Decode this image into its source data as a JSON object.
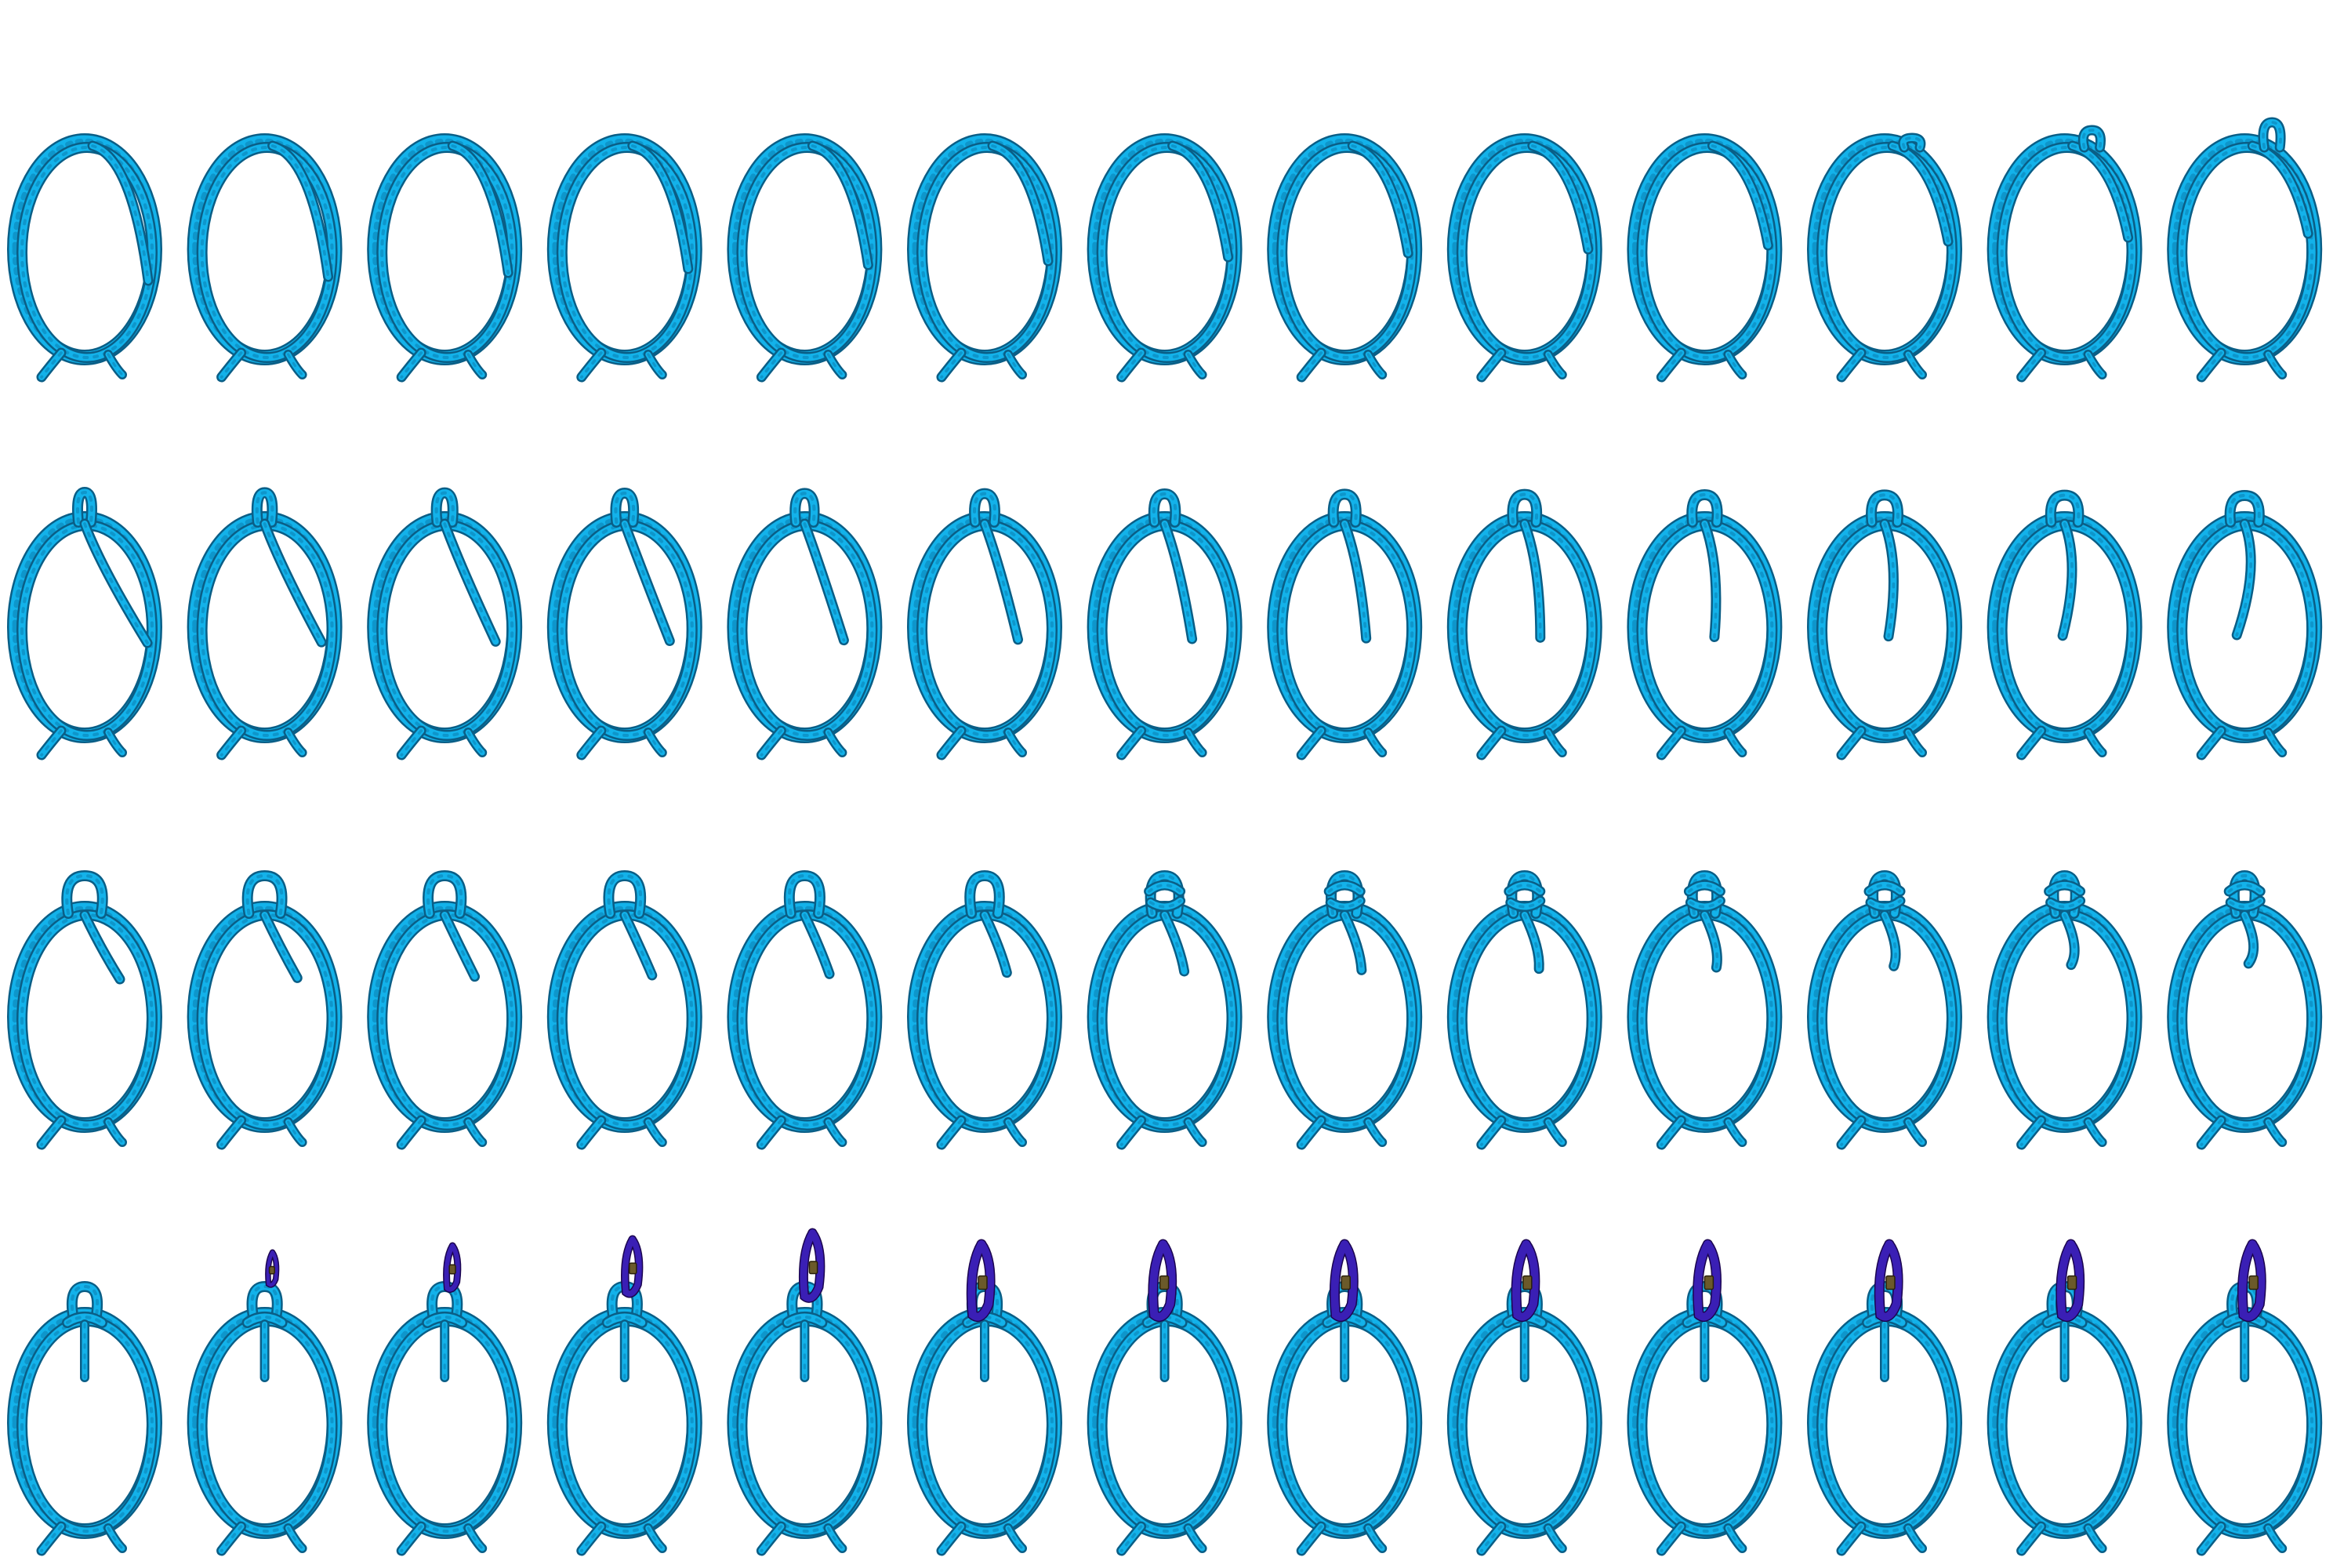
{
  "figure": {
    "description_rows": [
      "row-1",
      "row-2",
      "row-3",
      "row-4"
    ],
    "rows": 4,
    "columns": 13,
    "colors": {
      "rope": "#13b2ea",
      "rope_edge": "#0a5e86",
      "rope_braid": "#0b7fb0",
      "carabiner": "#3a1fb5",
      "carabiner_edge": "#1b0550",
      "gate": "#6b5a2a",
      "background": "#ffffff"
    }
  }
}
